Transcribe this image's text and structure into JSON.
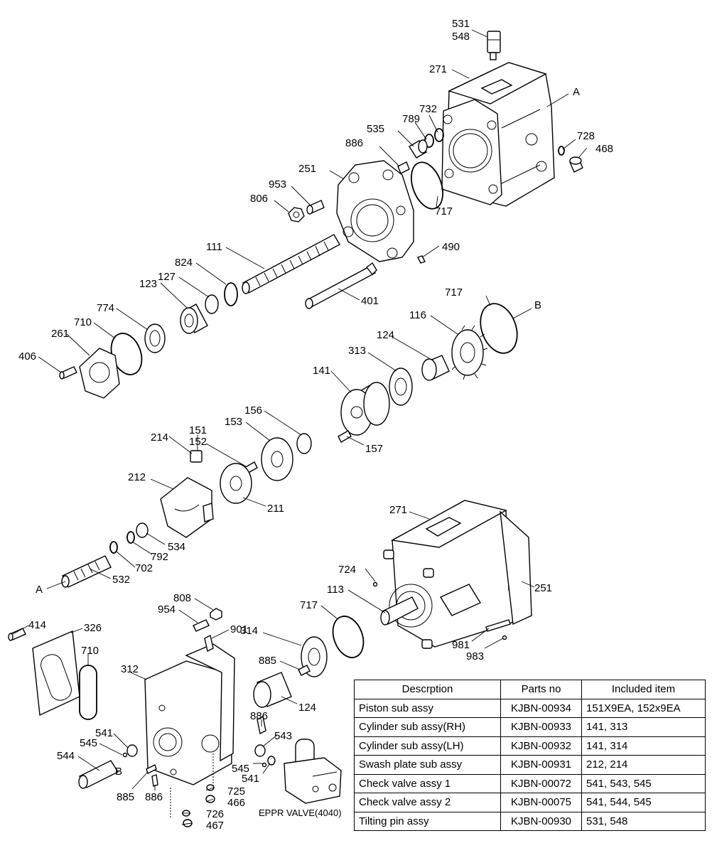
{
  "part_labels": {
    "l531a": "531",
    "l548a": "548",
    "l271a": "271",
    "lA1": "A",
    "l732": "732",
    "l789": "789",
    "l535": "535",
    "l728": "728",
    "l468": "468",
    "l886a": "886",
    "l251a": "251",
    "l953": "953",
    "l806": "806",
    "l717a": "717",
    "l111": "111",
    "l490": "490",
    "l824": "824",
    "l127": "127",
    "l123": "123",
    "l401": "401",
    "l717b": "717",
    "lB1": "B",
    "l774": "774",
    "l116": "116",
    "l710a": "710",
    "l124a": "124",
    "l261": "261",
    "l313": "313",
    "l406": "406",
    "l141": "141",
    "l156": "156",
    "l153": "153",
    "l151": "151",
    "l214": "214",
    "l152": "152",
    "l157": "157",
    "l212": "212",
    "l211": "211",
    "l271b": "271",
    "l534": "534",
    "l792": "792",
    "l702": "702",
    "l724": "724",
    "l251b": "251",
    "lA2": "A",
    "l532": "532",
    "l113": "113",
    "l808": "808",
    "l954": "954",
    "l717c": "717",
    "l414": "414",
    "l326": "326",
    "l901": "901",
    "l314": "314",
    "l981": "981",
    "l983": "983",
    "l710b": "710",
    "l885a": "885",
    "l312": "312",
    "l124b": "124",
    "l886b": "886",
    "l541a": "541",
    "l543": "543",
    "l545a": "545",
    "l544": "544",
    "lB2": "B",
    "l545b": "545",
    "l541b": "541",
    "l885b": "885",
    "l886c": "886",
    "l725": "725",
    "l466": "466",
    "l726": "726",
    "l467": "467",
    "epr": "EPPR VALVE(4040)"
  },
  "table": {
    "headers": [
      "Descrption",
      "Parts no",
      "Included item"
    ],
    "rows": [
      [
        "Piston sub assy",
        "KJBN-00934",
        "151X9EA, 152x9EA"
      ],
      [
        "Cylinder sub assy(RH)",
        "KJBN-00933",
        "141, 313"
      ],
      [
        "Cylinder sub assy(LH)",
        "KJBN-00932",
        "141, 314"
      ],
      [
        "Swash plate sub assy",
        "KJBN-00931",
        "212, 214"
      ],
      [
        "Check valve assy 1",
        "KJBN-00072",
        "541, 543, 545"
      ],
      [
        "Check valve assy 2",
        "KJBN-00075",
        "541, 544, 545"
      ],
      [
        "Tilting pin assy",
        "KJBN-00930",
        "531, 548"
      ]
    ]
  }
}
